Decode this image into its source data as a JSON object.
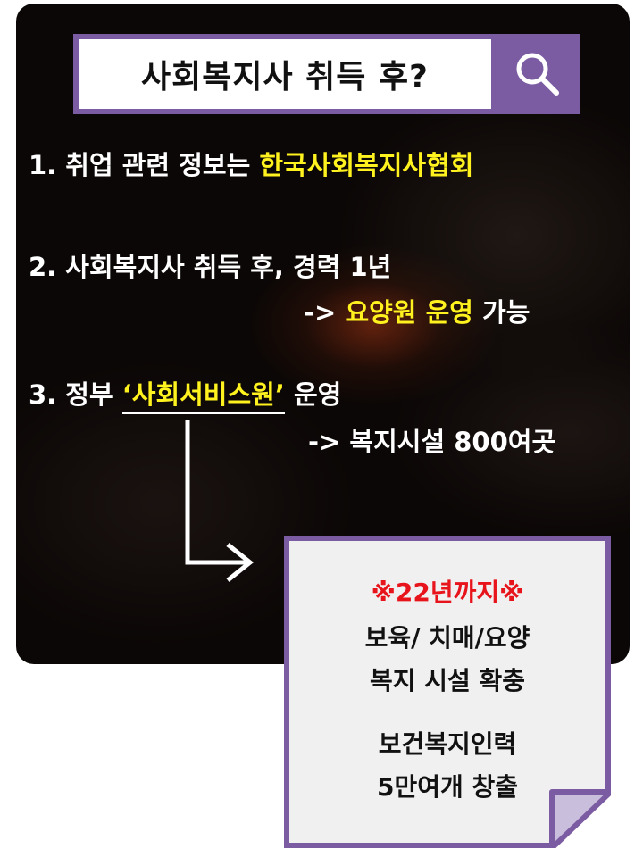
{
  "header": {
    "title": "사회복지사 취득 후?",
    "search_icon": "search-icon"
  },
  "items": [
    {
      "prefix": "1. 취업 관련 정보는 ",
      "highlight": "한국사회복지사협회"
    },
    {
      "text": "2. 사회복지사 취득 후, 경력 1년",
      "sub_prefix": "-> ",
      "sub_highlight": "요양원 운영",
      "sub_suffix": " 가능"
    },
    {
      "prefix": "3. 정부 ",
      "quoted": "‘사회서비스원’",
      "suffix": " 운영",
      "sub": "-> 복지시설 800여곳"
    }
  ],
  "note": {
    "heading": "※22년까지※",
    "lines": [
      "보육/ 치매/요양",
      "복지 시설 확충",
      "보건복지인력",
      "5만여개 창출"
    ]
  },
  "colors": {
    "accent_purple": "#7b5ca3",
    "highlight_yellow": "#fff21e",
    "alert_red": "#e8141b"
  }
}
